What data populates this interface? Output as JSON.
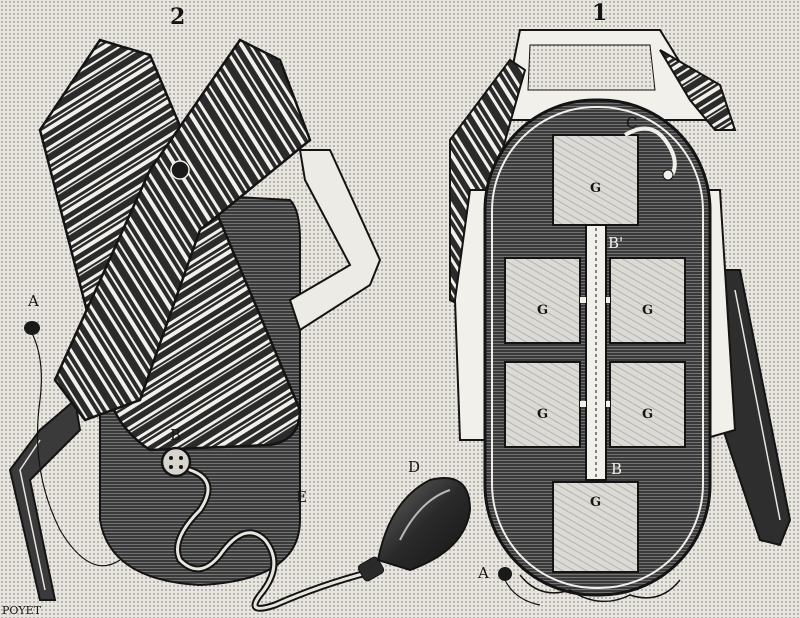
{
  "figures": [
    {
      "id": "fig2",
      "number": "2"
    },
    {
      "id": "fig1",
      "number": "1"
    }
  ],
  "labels": {
    "fig2": {
      "A": "A",
      "B": "B",
      "D": "D",
      "E": "E"
    },
    "fig1": {
      "A": "A",
      "B": "B",
      "B_prime": "B'",
      "C": "C"
    }
  },
  "cells": [
    "G",
    "G",
    "G",
    "G",
    "G",
    "G"
  ],
  "signature": "POYET",
  "colors": {
    "paper": "#e9e6e0",
    "ink": "#141414",
    "plate": "#d8d5cf"
  }
}
